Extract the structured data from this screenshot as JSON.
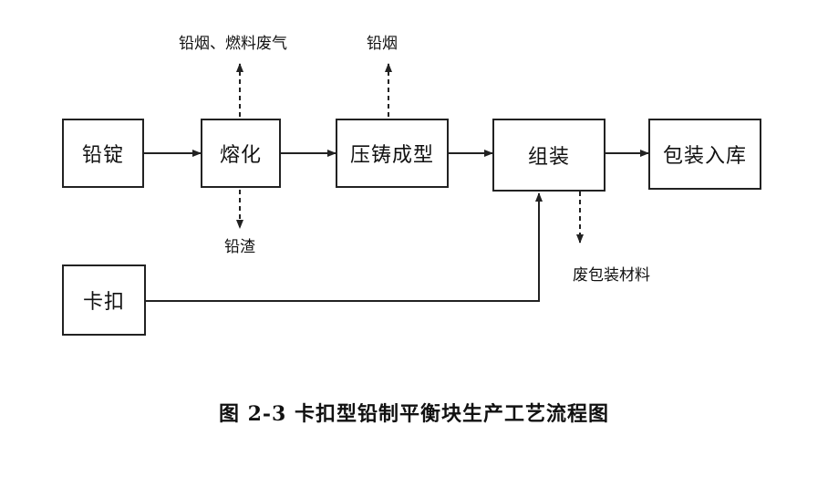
{
  "nodes": {
    "lead_ingot": "铅锭",
    "melting": "熔化",
    "die_casting": "压铸成型",
    "assembly": "组装",
    "packaging": "包装入库",
    "clip": "卡扣"
  },
  "emissions": {
    "melting_top": "铅烟、燃料废气",
    "casting_top": "铅烟",
    "melting_bottom": "铅渣",
    "assembly_bottom": "废包装材料"
  },
  "caption": "图 2-3  卡扣型铅制平衡块生产工艺流程图",
  "colors": {
    "line": "#222222",
    "background": "#ffffff"
  }
}
